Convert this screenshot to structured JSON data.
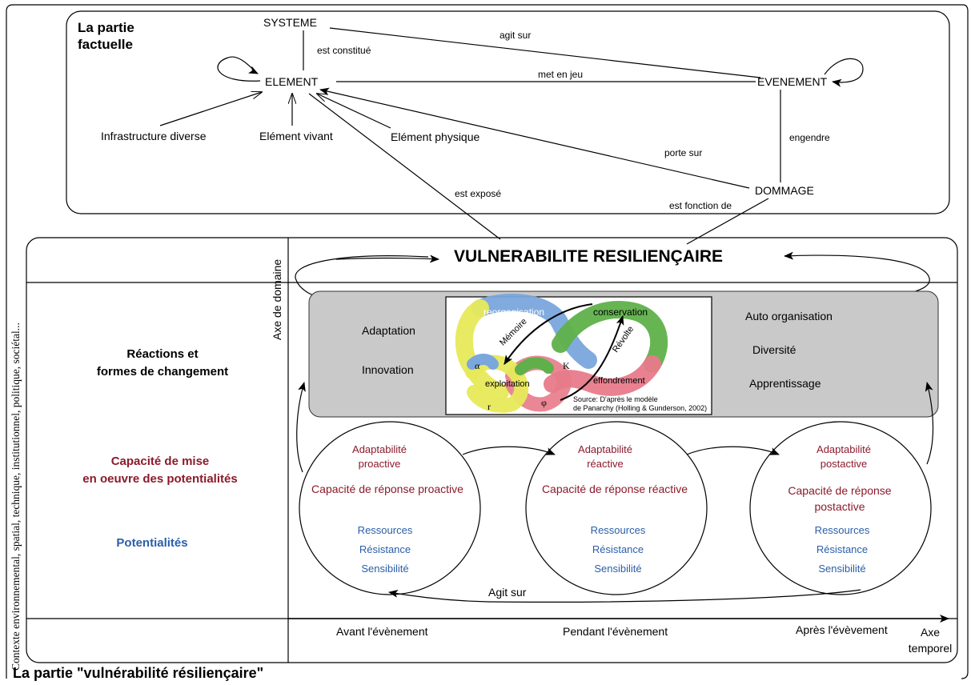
{
  "factual": {
    "title_line1": "La partie",
    "title_line2": "factuelle",
    "nodes": {
      "systeme": "SYSTEME",
      "element": "ELEMENT",
      "evenement": "EVENEMENT",
      "dommage": "DOMMAGE",
      "infrastructure": "Infrastructure diverse",
      "vivant": "Elément vivant",
      "physique": "Elément physique"
    },
    "relations": {
      "est_constitue": "est constitué",
      "agit_sur": "agit sur",
      "met_en_jeu": "met en jeu",
      "engendre": "engendre",
      "porte_sur": "porte sur",
      "est_expose": "est exposé",
      "est_fonction_de": "est fonction de"
    }
  },
  "vulnerability": {
    "title": "La partie \"vulnérabilité résiliençaire\"",
    "main_title": "VULNERABILITE RESILIENÇAIRE",
    "context_label": "Contexte environnemental, spatial, technique, institutionnel, politique, sociétal...",
    "axe_domaine": "Axe de domaine",
    "axe_temporel_line1": "Axe",
    "axe_temporel_line2": "temporel",
    "rows": {
      "reactions_line1": "Réactions et",
      "reactions_line2": "formes de changement",
      "capacite_line1": "Capacité de mise",
      "capacite_line2": "en oeuvre des potentialités",
      "potentialites": "Potentialités"
    },
    "gray_box": {
      "left": [
        "Adaptation",
        "Innovation"
      ],
      "right": [
        "Auto organisation",
        "Diversité",
        "Apprentissage"
      ]
    },
    "panarchy": {
      "reorganisation": "reorganisation",
      "conservation": "conservation",
      "memoire": "Mémoire",
      "revolte": "Révolte",
      "alpha": "α",
      "k": "K",
      "exploitation": "exploitation",
      "effondrement": "effondrement",
      "r": "r",
      "phi": "φ",
      "source_line1": "Source: D'après le modèle",
      "source_line2": "de Panarchy (Holling & Gunderson, 2002)"
    },
    "circles": [
      {
        "adapt1": "Adaptabilité",
        "adapt2": "proactive",
        "cap1": "Capacité de réponse proactive",
        "cap2": "",
        "ressources": "Ressources",
        "resistance": "Résistance",
        "sensibilite": "Sensibilité"
      },
      {
        "adapt1": "Adaptabilité",
        "adapt2": "réactive",
        "cap1": "Capacité de réponse réactive",
        "cap2": "",
        "ressources": "Ressources",
        "resistance": "Résistance",
        "sensibilite": "Sensibilité"
      },
      {
        "adapt1": "Adaptabilité",
        "adapt2": "postactive",
        "cap1": "Capacité de réponse",
        "cap2": "postactive",
        "ressources": "Ressources",
        "resistance": "Résistance",
        "sensibilite": "Sensibilité"
      }
    ],
    "agit_sur": "Agit sur",
    "time_labels": [
      "Avant l'évènement",
      "Pendant l'évènement",
      "Après l'évèvement"
    ]
  },
  "colors": {
    "dark_red": "#8b1a2b",
    "blue": "#2b5ea8",
    "gray_box": "#c9c9c9"
  }
}
